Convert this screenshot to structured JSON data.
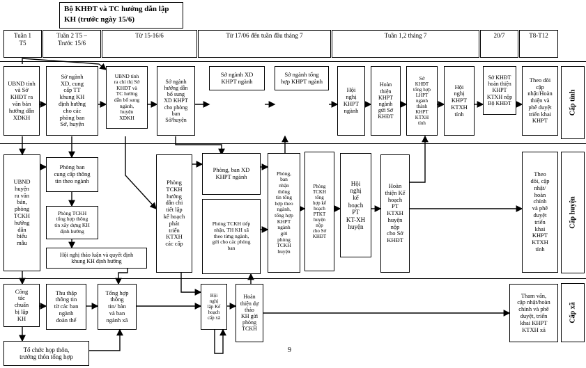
{
  "header": {
    "title_line1": "Bộ KHĐT và TC hướng dẫn lập",
    "title_line2": "KH (trước ngày 15/6)"
  },
  "timeline": [
    "Tuần 1\nT5",
    "Tuần 2 T5 –\nTrước 15/6",
    "Từ 15-16/6",
    "Từ 17/06 đến tuần đầu tháng 7",
    "Tuần 1,2 tháng 7",
    "20/7",
    "T8-T12"
  ],
  "levels": {
    "province": "Cấp tỉnh",
    "district": "Cấp huyện",
    "commune": "Cấp xã"
  },
  "province": {
    "p1": "UBND tỉnh\nvà Sở\nKHĐT ra\nvăn bản\nhướng dẫn\nXDKH",
    "p2": "Sở ngành\nXD, cung\ncấp TT\nkhung KH\nđịnh hướng\ncho các\nphòng ban\nSở, huyện",
    "p3": "UBND tỉnh\nra chỉ thị Sở\nKHĐT và\nTC hướng\ndẫn bổ sung\nngành,\nhuyện\nXDKH",
    "p4": "Sở ngành\nhướng dẫn\nbổ sung\nXD KHPT\ncho phòng\nban\nSở/huyện",
    "p5": "Sở ngành XD\nKHPT ngành",
    "p6": "Sở ngành tổng\nhợp KHPT ngành",
    "p7": "Hội\nnghị\nKHPT\nngành",
    "p8": "Hoàn\nthiện\nKHPT\nngành\ngửi Sở\nKHĐT",
    "p9": "Sở\nKHĐT\ntổng hợp\nLHPT\nngành\nthành\nKHPT\nKTXH\ntỉnh",
    "p10": "Hội\nnghị\nKHPT\nKTXH\ntỉnh",
    "p11": "Sở KHĐT\nhoàn thiện\nKHPT\nKTXH nộp\nBộ KHĐT",
    "p12": "Theo dõi\ncập\nnhật/Hoàn\nthiện và\nphê duyệt\ntriển khai\nKHPT"
  },
  "district": {
    "d1": "UBND\nhuyện\nra văn\nbản,\nphòng\nTCKH\nhướng\ndẫn\nbiểu\nmẫu",
    "d2": "Phòng ban\ncung cấp thông\ntin theo ngành",
    "d3": "Phòng TCKH\ntổng hợp thông\ntin xây dựng KH\nđịnh hướng",
    "d4": "Hội nghị thảo luận và quyết định\nkhung KH định hướng",
    "d5": "Phòng\nTCKH\nhướng\ndẫn chi\ntiết lập\nkế hoạch\nphát\ntriển\nKTXH\ncác cấp",
    "d6": "Phòng, ban XD\nKHPT ngành",
    "d7": "Phòng TCKH tiếp\nnhận, TH KH xã\ntheo từng ngành,\ngửi cho các phòng\nban",
    "d8": "Phòng,\nban\nnhận\nthông\ntin tổng\nhợp theo\nngành,\ntổng hợp\nKHPT\nngành\ngửi\nphòng\nTCKH\nhuyện",
    "d9": "Phòng\nTCKH\ntổng\nhợp kế\nhoạch\nPTKT\nhuyện\nnộp\ncho Sở\nKHĐT",
    "d10": "Hội\nnghị\nkế\nhoạch\nPT\nKT-XH\nhuyện",
    "d11": "Hoàn\nthiện Kế\nhoạch\nPT\nKTXH\nhuyện\nnộp\ncho Sở\nKHĐT",
    "d12": "Theo\ndõi, cập\nnhật/\nhoàn\nchỉnh\nvà phê\nduyệt\ntriển\nkhai\nKHPT\nKTXH\ntỉnh"
  },
  "commune": {
    "c1": "Công\ntác\nchuẩn\nbị lập\nKH",
    "c2": "Thu thập\nthông tin\ntừ các ban\nngành\nđoàn thể",
    "c3": "Tổng hợp\nthông\ntin/ bàn\nvà ban\nngành xã",
    "c4": "Hội\nnghị\nlập Kế\nhoạch\ncấp xã",
    "c5": "Hoàn\nthiện dự\nthảo\nKH gửi\nphòng\nTCKH",
    "c6": "Tham vấn,\ncập nhật/hoàn\nchỉnh và phê\nduyệt, triển\nkhai KHPT\nKTXH xã",
    "c7": "Tổ chức họp thôn,\ntrưởng thôn tổng hợp"
  },
  "page_number": "9"
}
